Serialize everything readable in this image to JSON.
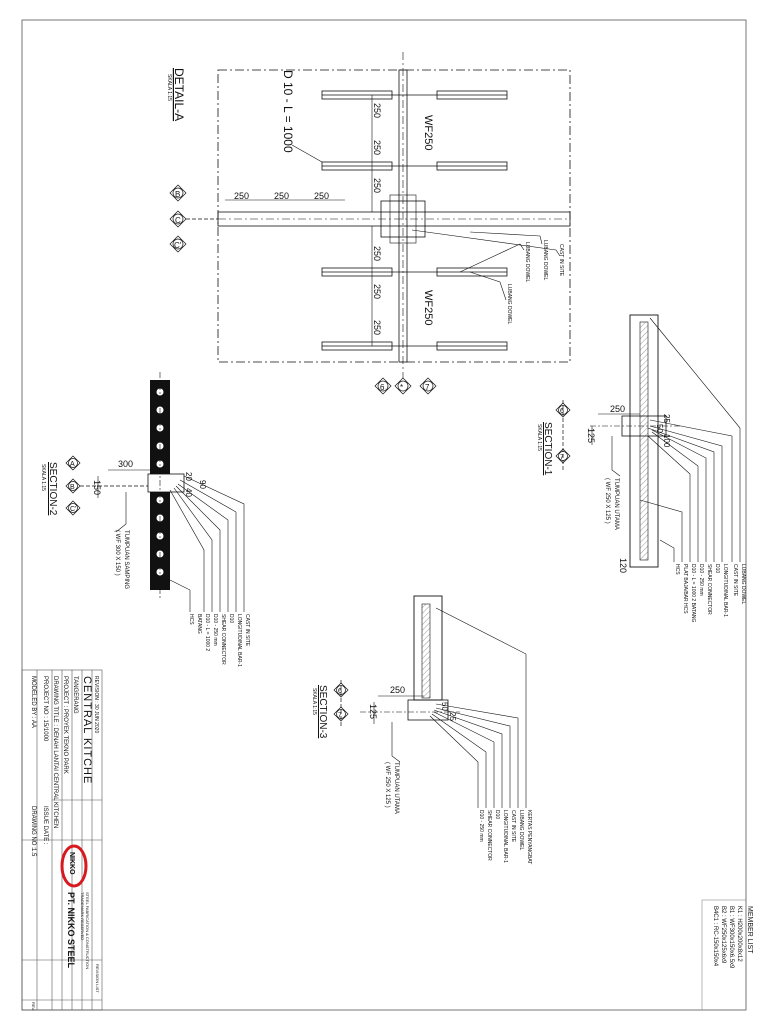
{
  "detail_a": {
    "title": "DETAIL-A",
    "scale": "SKALA 1:15",
    "bar_spec": "D 10 - L = 1000",
    "beam_top": "WF250",
    "beam_bottom": "WF250",
    "dim_250": "250",
    "leaders": [
      "CAST IN SITE",
      "LUBANG DOWEL",
      "LUBANG DOWEL",
      "LUBANG DOWEL"
    ],
    "grid_b": "B",
    "grid_c": "C",
    "grid_c2": "C'",
    "grid_6": "6",
    "grid_7": "7",
    "grid_dot": "*"
  },
  "section1": {
    "title": "SECTION-1",
    "scale": "SKALA 1:15",
    "dim_250": "250",
    "dim_125": "125",
    "dim_120": "120",
    "dim_25": "25",
    "dim_50": "50",
    "dim_100": "100",
    "tumpuan": "TUMPUAN UTAMA",
    "tumpuan_spec": "( WF 250 X 125 )",
    "leaders": [
      "LUBANG DOWEL",
      "CAST IN SITE",
      "LONGITUDINAL BAR-1",
      "D10",
      "SHEAR CONNECTOR",
      "D10 - 250 mm",
      "D10 - L = 1000 2 BATANG",
      "PLAT BAJA/BAR HCS",
      "HCS"
    ]
  },
  "section2": {
    "title": "SECTION-2",
    "scale": "SKALA 1:15",
    "dim_300": "300",
    "dim_150": "150",
    "dim_20": "20",
    "dim_40": "40",
    "dim_90": "90",
    "tumpuan": "TUMPUAN SAMPING",
    "tumpuan_spec": "( WF 300 X 150 )",
    "leaders": [
      "CAST IN SITE",
      "LONGITUDINAL BAR-1",
      "D10",
      "SHEAR CONNECTOR",
      "D10 - 250 mm",
      "D10 - L = 1000 2",
      "BATANG",
      "HCS"
    ]
  },
  "section3": {
    "title": "SECTION-3",
    "scale": "SKALA 1:15",
    "dim_250": "250",
    "dim_125": "125",
    "dim_50": "50",
    "dim_25": "25",
    "tumpuan": "TUMPUAN UTAMA",
    "tumpuan_spec": "( WF 250 X 125 )",
    "leaders": [
      "KERTAS PENYANGBAT",
      "LUBANG DOWEL",
      "CAST IN SITE",
      "LONGITUDINAL BAR-1",
      "D10",
      "SHEAR CONNECTOR",
      "D10 - 250 mm"
    ]
  },
  "title_block": {
    "project_name": "CENTRAL KITCHE",
    "location": "TANGERANG",
    "revision": "REVISION : 30 JUN 2020",
    "rows": [
      "PROJECT : PROYEK TEKNO PARK",
      "DRAWING TITLE : DENAH LANTAI CENTRAL KITCHEN",
      "PROJECT NO : 15/1000",
      "MODELED BY : AA"
    ],
    "issue_date": "ISSUE DATE :",
    "drawing_no": "DRAWING NO :",
    "drawing_no_value": "1.5",
    "rev_label": "REV.",
    "revision_label": "REVISION LIST",
    "company": "PT. NIKKO STEEL",
    "company_sub": "STEEL FABRICATION & CONSTRUCTION",
    "company_sub2": "TRADEMARK RESERVED",
    "logo_text": "NIKKO",
    "member_list_title": "MEMBER LIST",
    "member_list": [
      "K1 : H200x200x8x12",
      "B1 : WF300x150x6.5x9",
      "B2 : WF250x125x6x9",
      "B4C1 : RC-150x150x4"
    ]
  },
  "colors": {
    "ink": "#111111",
    "paper": "#ffffff",
    "logo_red": "#d71920"
  }
}
